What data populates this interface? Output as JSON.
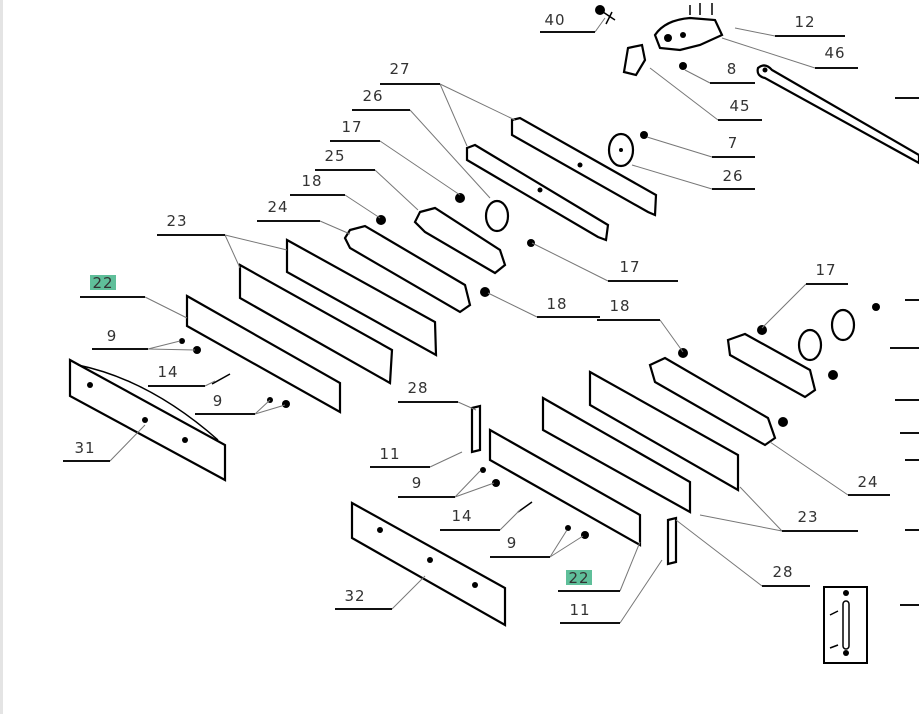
{
  "diagram": {
    "title": "Exploded parts view",
    "highlight_color": "#5fbf9a",
    "labels": [
      {
        "text": "40"
      },
      {
        "text": "12"
      },
      {
        "text": "46"
      },
      {
        "text": "8"
      },
      {
        "text": "45"
      },
      {
        "text": "7"
      },
      {
        "text": "26"
      },
      {
        "text": "27"
      },
      {
        "text": "26"
      },
      {
        "text": "17"
      },
      {
        "text": "25"
      },
      {
        "text": "18"
      },
      {
        "text": "24"
      },
      {
        "text": "23"
      },
      {
        "text": "22",
        "highlighted": true
      },
      {
        "text": "9"
      },
      {
        "text": "14"
      },
      {
        "text": "9"
      },
      {
        "text": "31"
      },
      {
        "text": "17"
      },
      {
        "text": "18"
      },
      {
        "text": "18"
      },
      {
        "text": "17"
      },
      {
        "text": "28"
      },
      {
        "text": "11"
      },
      {
        "text": "9"
      },
      {
        "text": "14"
      },
      {
        "text": "9"
      },
      {
        "text": "32"
      },
      {
        "text": "22",
        "highlighted": true
      },
      {
        "text": "11"
      },
      {
        "text": "28"
      },
      {
        "text": "24"
      },
      {
        "text": "23"
      }
    ]
  }
}
